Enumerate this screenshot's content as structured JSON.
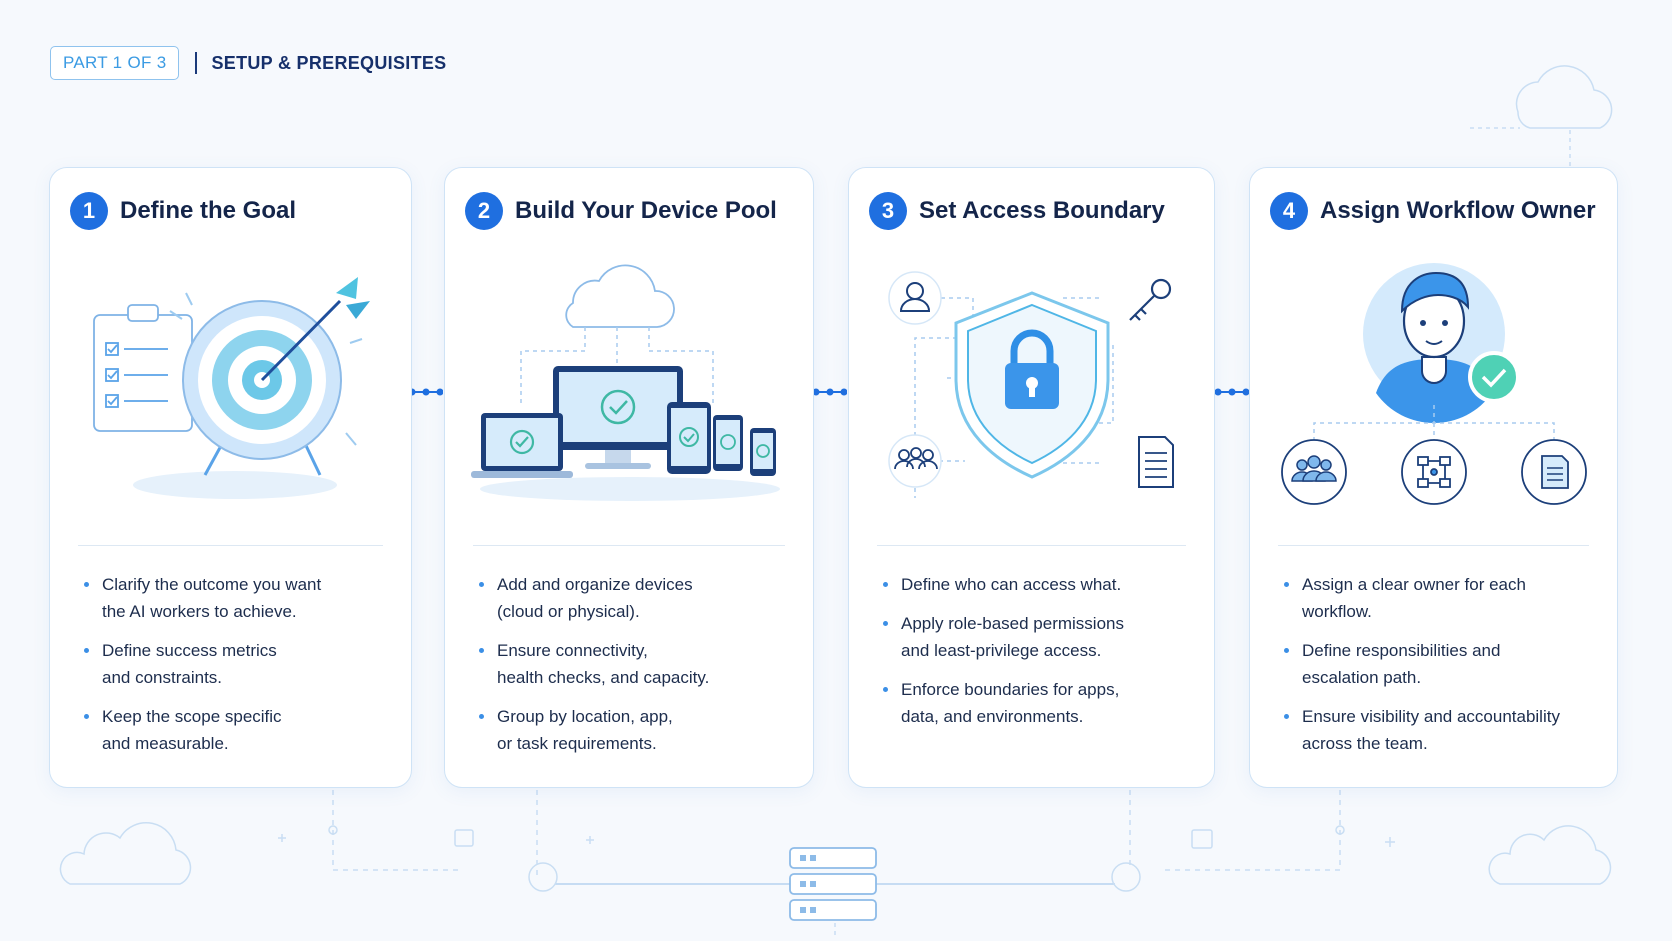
{
  "header": {
    "part_label": "PART 1 OF 3",
    "section_title": "SETUP & PREREQUISITES"
  },
  "colors": {
    "accent": "#1f6fe0",
    "light_accent": "#3b9be3",
    "teal": "#4fd1c5",
    "text": "#14254a"
  },
  "steps": [
    {
      "number": "1",
      "title": "Define the Goal",
      "icon": "target-with-checklist-icon",
      "bullets": [
        "Clarify the outcome you want\nthe AI workers to achieve.",
        "Define success metrics\nand constraints.",
        "Keep the scope specific\nand measurable."
      ]
    },
    {
      "number": "2",
      "title": "Build Your Device Pool",
      "icon": "cloud-devices-icon",
      "bullets": [
        "Add and organize devices\n(cloud or physical).",
        "Ensure connectivity,\nhealth checks, and capacity.",
        "Group by location, app,\nor task requirements."
      ]
    },
    {
      "number": "3",
      "title": "Set Access Boundary",
      "icon": "shield-lock-icon",
      "bullets": [
        "Define who can access what.",
        "Apply role-based permissions\nand least-privilege access.",
        "Enforce boundaries for apps,\ndata, and environments."
      ]
    },
    {
      "number": "4",
      "title": "Assign Workflow Owner",
      "icon": "owner-avatar-icon",
      "bullets": [
        "Assign a clear owner for each\nworkflow.",
        "Define responsibilities and\nescalation path.",
        "Ensure visibility and accountability\nacross the team."
      ]
    }
  ]
}
